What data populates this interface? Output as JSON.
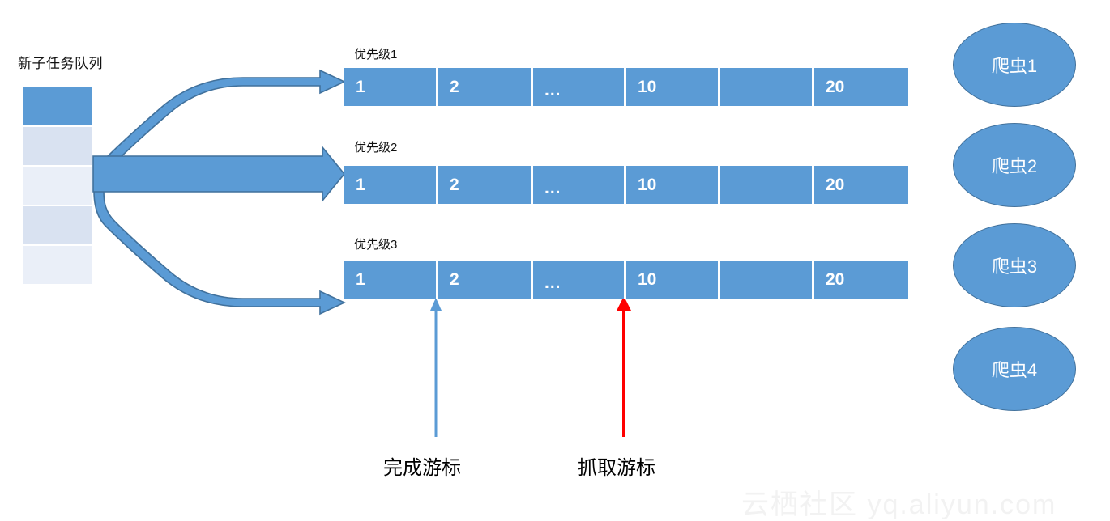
{
  "queue": {
    "title": "新子任务队列",
    "cells": [
      "",
      "",
      "",
      "",
      ""
    ]
  },
  "rows": [
    {
      "label": "优先级1",
      "cells": [
        "1",
        "2",
        "...",
        "10",
        "",
        "20"
      ]
    },
    {
      "label": "优先级2",
      "cells": [
        "1",
        "2",
        "...",
        "10",
        "",
        "20"
      ]
    },
    {
      "label": "优先级3",
      "cells": [
        "1",
        "2",
        "...",
        "10",
        "",
        "20"
      ]
    }
  ],
  "cursors": [
    {
      "label": "完成游标",
      "color": "#5B9BD5",
      "name": "done-cursor"
    },
    {
      "label": "抓取游标",
      "color": "#FF0000",
      "name": "fetch-cursor"
    }
  ],
  "crawlers": [
    {
      "label": "爬虫1"
    },
    {
      "label": "爬虫2"
    },
    {
      "label": "爬虫3"
    },
    {
      "label": "爬虫4"
    }
  ],
  "watermark": "云栖社区 yq.aliyun.com",
  "colors": {
    "primary": "#5B9BD5",
    "primary_stroke": "#41719C",
    "queue_light": "#EAEFF8",
    "queue_mid": "#D9E2F1",
    "cursor_blue": "#5B9BD5",
    "cursor_red": "#FF0000",
    "watermark": "#F2F2F2"
  }
}
